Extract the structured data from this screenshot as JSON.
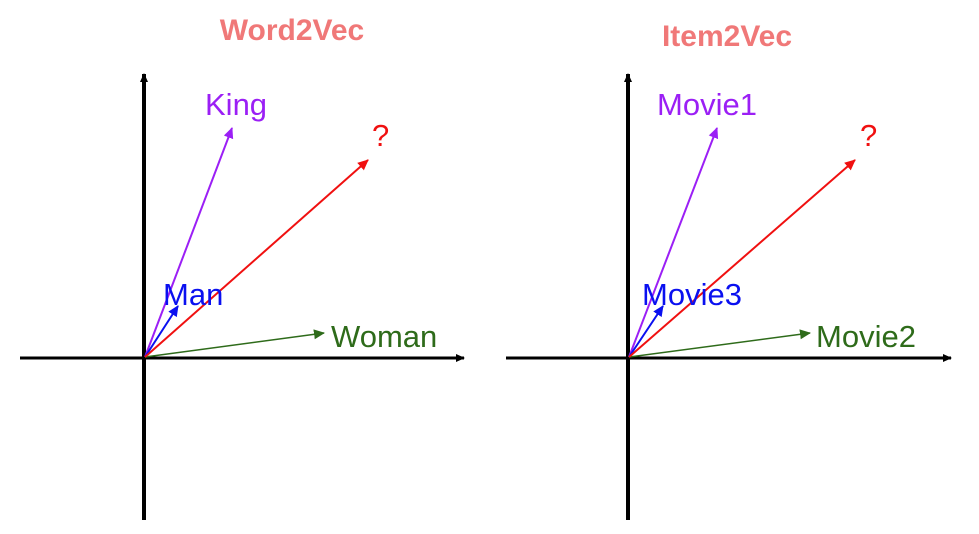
{
  "colors": {
    "title": "#f07878",
    "axis": "#000000",
    "purple": "#9b1ff5",
    "blue": "#0a10f0",
    "green": "#2e6b1a",
    "red": "#f01010"
  },
  "panels": [
    {
      "title": "Word2Vec",
      "vectors": [
        {
          "id": "king",
          "label": "King",
          "color": "purple"
        },
        {
          "id": "man",
          "label": "Man",
          "color": "blue"
        },
        {
          "id": "woman",
          "label": "Woman",
          "color": "green"
        },
        {
          "id": "unknown",
          "label": "?",
          "color": "red"
        }
      ]
    },
    {
      "title": "Item2Vec",
      "vectors": [
        {
          "id": "movie1",
          "label": "Movie1",
          "color": "purple"
        },
        {
          "id": "movie3",
          "label": "Movie3",
          "color": "blue"
        },
        {
          "id": "movie2",
          "label": "Movie2",
          "color": "green"
        },
        {
          "id": "unknown",
          "label": "?",
          "color": "red"
        }
      ]
    }
  ]
}
